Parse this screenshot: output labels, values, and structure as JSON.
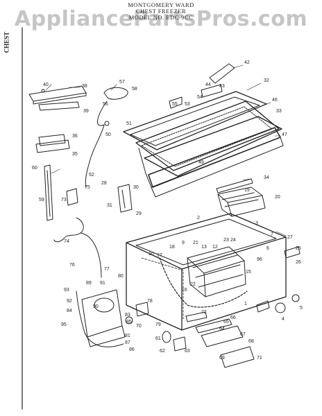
{
  "watermark": "AppliancePartsPros.com",
  "header": {
    "line1": "MONTGOMERY WARD",
    "line2": "CHEST FREEZER",
    "line3": "MODEL NO. EDC-9CC"
  },
  "side_label": "CHEST",
  "callouts": [
    "1",
    "2",
    "3",
    "4",
    "5",
    "6",
    "7",
    "9",
    "10",
    "12",
    "13",
    "15",
    "16",
    "17",
    "18",
    "19",
    "20",
    "21",
    "22",
    "23",
    "24",
    "25",
    "26",
    "27",
    "28",
    "29",
    "30",
    "31",
    "32",
    "33",
    "34",
    "35",
    "36",
    "38",
    "39",
    "40",
    "42",
    "43",
    "44",
    "46",
    "47",
    "49",
    "50",
    "51",
    "52",
    "53",
    "54",
    "55",
    "56",
    "57",
    "58",
    "59",
    "60",
    "61",
    "62",
    "63",
    "64",
    "65",
    "66",
    "67",
    "68",
    "69",
    "70",
    "71",
    "72",
    "73",
    "74",
    "75",
    "76",
    "77",
    "78",
    "79",
    "80",
    "81",
    "83",
    "84",
    "85",
    "86",
    "87",
    "89",
    "90",
    "91",
    "92",
    "93",
    "95",
    "96"
  ]
}
